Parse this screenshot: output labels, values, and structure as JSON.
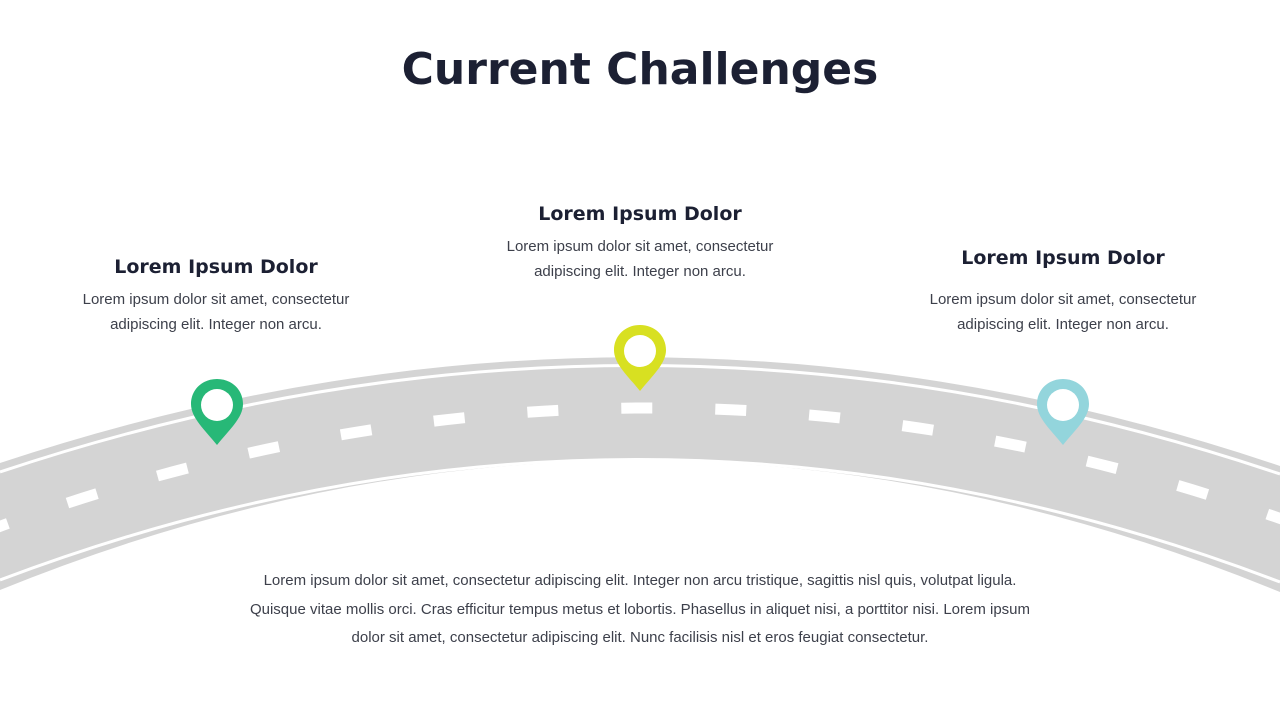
{
  "slide": {
    "title": "Current Challenges",
    "colors": {
      "title": "#1c2033",
      "body_text": "#3d404b",
      "road": "#d4d4d4",
      "road_markings": "#ffffff",
      "pin_left": "#27b877",
      "pin_center": "#d8e021",
      "pin_right": "#93d5dc"
    }
  },
  "milestones": [
    {
      "heading": "Lorem Ipsum Dolor",
      "lines": [
        "Lorem ipsum dolor sit amet, consectetur",
        "adipiscing elit. Integer non arcu."
      ],
      "pin_icon": "map-pin-icon",
      "pin_color": "#27b877"
    },
    {
      "heading": "Lorem Ipsum Dolor",
      "lines": [
        "Lorem ipsum dolor sit amet, consectetur",
        "adipiscing elit. Integer non arcu."
      ],
      "pin_icon": "map-pin-icon",
      "pin_color": "#d8e021"
    },
    {
      "heading": "Lorem Ipsum Dolor",
      "lines": [
        "Lorem ipsum dolor sit amet, consectetur",
        "adipiscing elit. Integer non arcu."
      ],
      "pin_icon": "map-pin-icon",
      "pin_color": "#93d5dc"
    }
  ],
  "footer": {
    "lines": [
      "Lorem ipsum dolor sit amet, consectetur adipiscing elit. Integer non arcu tristique, sagittis nisl quis, volutpat ligula.",
      "Quisque  vitae mollis orci. Cras efficitur tempus metus et lobortis. Phasellus in aliquet nisi, a porttitor nisi. Lorem ipsum",
      "dolor sit amet, consectetur adipiscing elit. Nunc facilisis nisl et eros feugiat consectetur."
    ]
  }
}
